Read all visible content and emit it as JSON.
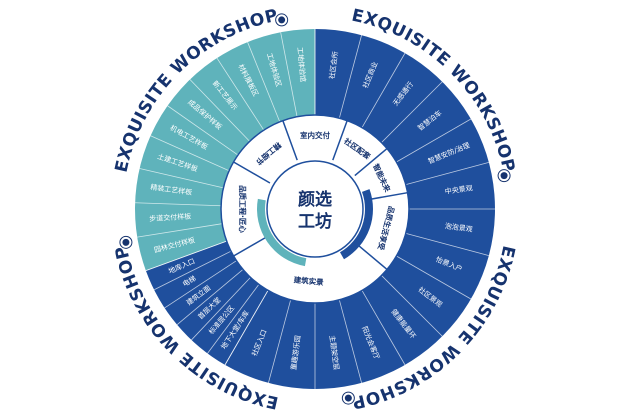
{
  "colors": {
    "dark_blue": "#1f4f9d",
    "teal": "#5fb3bb",
    "navy_text": "#16336e",
    "white": "#ffffff"
  },
  "outer_ring_text": [
    "EXQUISITE WORKSHOP",
    "EXQUISITE WORKSHOP",
    "EXQUISITE WORKSHOP",
    "EXQUISITE WORKSHOP"
  ],
  "center": {
    "title_line1": "颜选",
    "title_line2": "工坊"
  },
  "inner_ring": [
    {
      "label": "品质工程·匠心"
    },
    {
      "label": "精工细节"
    },
    {
      "label": "室内交付"
    },
    {
      "label": "社区配套"
    },
    {
      "label": "智能未来"
    },
    {
      "label": "品质生活享受"
    },
    {
      "label": "建筑实景"
    }
  ],
  "spokes_teal": [
    "园林交付样板",
    "步道交付样板",
    "精装工艺样板",
    "土建工艺样板",
    "机电工艺样板",
    "成品保护样板",
    "新工艺展示",
    "材料展板区",
    "工地体验区",
    "工地体验馆"
  ],
  "spokes_dark_right": [
    "社区会所",
    "社区商业",
    "无感通行",
    "智慧泊车",
    "智慧安防/治理",
    "中央景观",
    "泡泡景观",
    "怡景入户",
    "社区景观",
    "健康能量环",
    "阳光会客厅",
    "主题架空层",
    "童趣游乐园",
    "社区入口"
  ],
  "spokes_dark_bottom": [
    "地下大堂/车库",
    "标准层公区",
    "首层大堂",
    "建筑立面",
    "电梯",
    "地库入口"
  ]
}
